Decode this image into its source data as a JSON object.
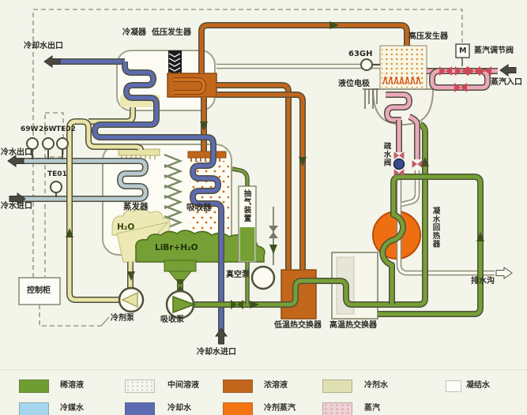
{
  "labels": {
    "cooling_water_outlet": "冷却水出口",
    "condenser": "冷凝器",
    "lp_generator": "低压发生器",
    "hp_generator": "高压发生器",
    "sensor_63gh": "63GH",
    "motor": "M",
    "steam_valve": "蒸汽调节阀",
    "steam_inlet": "蒸汽入口",
    "level_electrode": "液位电极",
    "steam_trap": "疏水阀",
    "sensor_69w": "69W",
    "sensor_26w": "26W",
    "sensor_te02": "TE02",
    "sensor_te01": "TE01",
    "chilled_water_outlet": "冷水出口",
    "chilled_water_inlet": "冷水进口",
    "evaporator": "蒸发器",
    "absorber": "吸收器",
    "water": "H₂O",
    "libr_water": "LiBr+H₂O",
    "air_extractor": "抽气装置",
    "vacuum_pump": "真空泵",
    "control_cabinet": "控制柜",
    "refrigerant_pump": "冷剂泵",
    "absorber_pump": "吸收泵",
    "cooling_water_inlet": "冷却水进口",
    "lt_heat_exchanger": "低温热交换器",
    "ht_heat_exchanger": "高温热交换器",
    "condensate_regenerator": "凝水回热器",
    "drain": "排水沟"
  },
  "legend": {
    "items": [
      {
        "label": "稀溶液",
        "color": "#6f9c33"
      },
      {
        "label": "中间溶液",
        "color": "#f6f6ef"
      },
      {
        "label": "浓溶液",
        "color": "#c2661c"
      },
      {
        "label": "冷剂水",
        "color": "#dee0b2"
      },
      {
        "label": "凝结水",
        "color": "#fcfcf8"
      },
      {
        "label": "冷媒水",
        "color": "#a6d6ee"
      },
      {
        "label": "冷却水",
        "color": "#5c6bb2"
      },
      {
        "label": "冷剂蒸汽",
        "color": "#f47512"
      },
      {
        "label": "蒸汽",
        "color": "#ecd2d6"
      }
    ]
  }
}
